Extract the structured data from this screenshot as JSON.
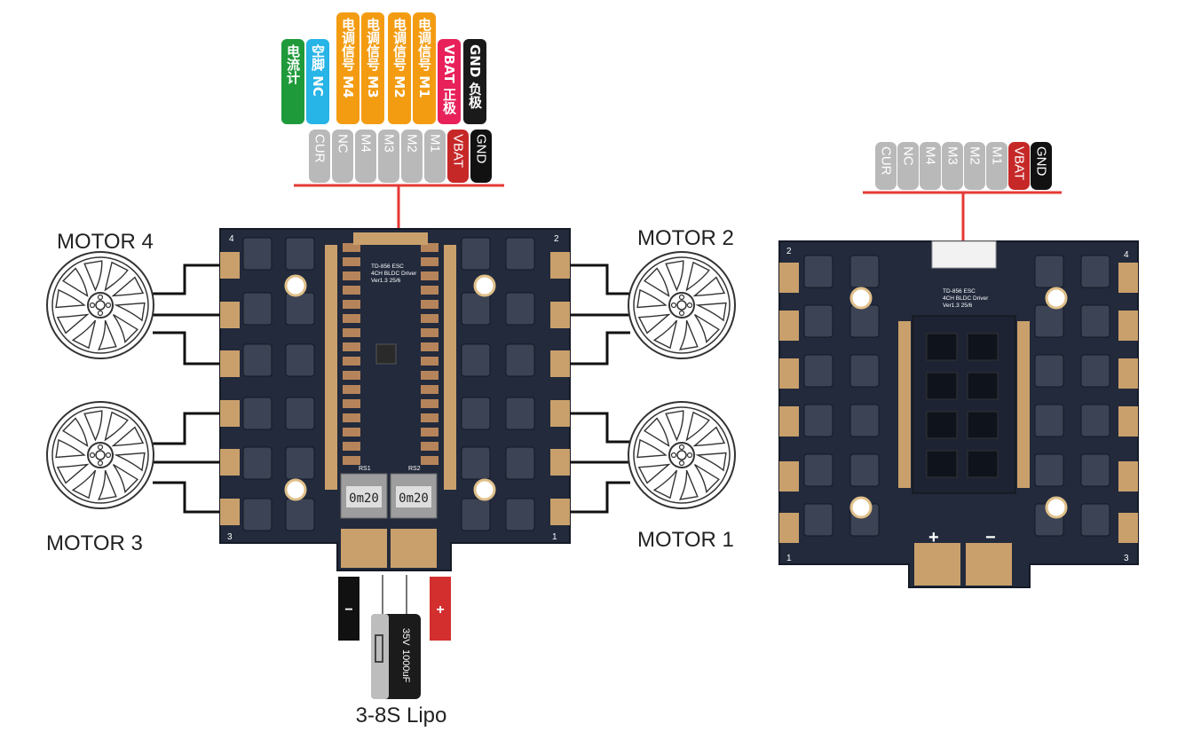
{
  "top_tags": [
    {
      "text": "电流计",
      "color": "#1f9a3a"
    },
    {
      "text": "空脚 NC",
      "color": "#27b4e6"
    },
    {
      "text": "电调信号 M4",
      "color": "#f39c12"
    },
    {
      "text": "电调信号 M3",
      "color": "#f39c12"
    },
    {
      "text": "电调信号 M2",
      "color": "#f39c12"
    },
    {
      "text": "电调信号 M1",
      "color": "#f39c12"
    },
    {
      "text": "VBAT 正极",
      "color": "#e8215a"
    },
    {
      "text": "GND 负极",
      "color": "#1a1a1a"
    }
  ],
  "pins": [
    {
      "text": "CUR",
      "color": "#b9b9b9"
    },
    {
      "text": "NC",
      "color": "#b9b9b9"
    },
    {
      "text": "M4",
      "color": "#b9b9b9"
    },
    {
      "text": "M3",
      "color": "#b9b9b9"
    },
    {
      "text": "M2",
      "color": "#b9b9b9"
    },
    {
      "text": "M1",
      "color": "#b9b9b9"
    },
    {
      "text": "VBAT",
      "color": "#c62828"
    },
    {
      "text": "GND",
      "color": "#111111"
    }
  ],
  "motors": {
    "m4": "MOTOR 4",
    "m2": "MOTOR 2",
    "m3": "MOTOR 3",
    "m1": "MOTOR 1"
  },
  "board_front": {
    "silk_title": "TD-856 ESC",
    "silk_sub": "4CH BLDC Driver",
    "silk_ver": "Ver1.3 25/6",
    "shunt_left": "0m20",
    "shunt_right": "0m20",
    "rs1": "RS1",
    "rs2": "RS2",
    "corner_tl": "4",
    "corner_tr": "2",
    "corner_bl": "3",
    "corner_br": "1"
  },
  "board_back": {
    "silk_title": "TD-856 ESC",
    "silk_sub": "4CH BLDC Driver",
    "silk_ver": "Ver1.3 25/6",
    "corner_tl": "2",
    "corner_tr": "4",
    "corner_bl": "1",
    "corner_br": "3",
    "plus": "+",
    "minus": "−"
  },
  "battery": {
    "neg": "−",
    "pos": "+",
    "cap_voltage": "35V",
    "cap_value": "1000uF",
    "label": "3-8S Lipo"
  },
  "colors": {
    "pcb": "#222a3c",
    "pad": "#c9a06b",
    "mosfet": "#3b4354",
    "red_line": "#e53935"
  }
}
